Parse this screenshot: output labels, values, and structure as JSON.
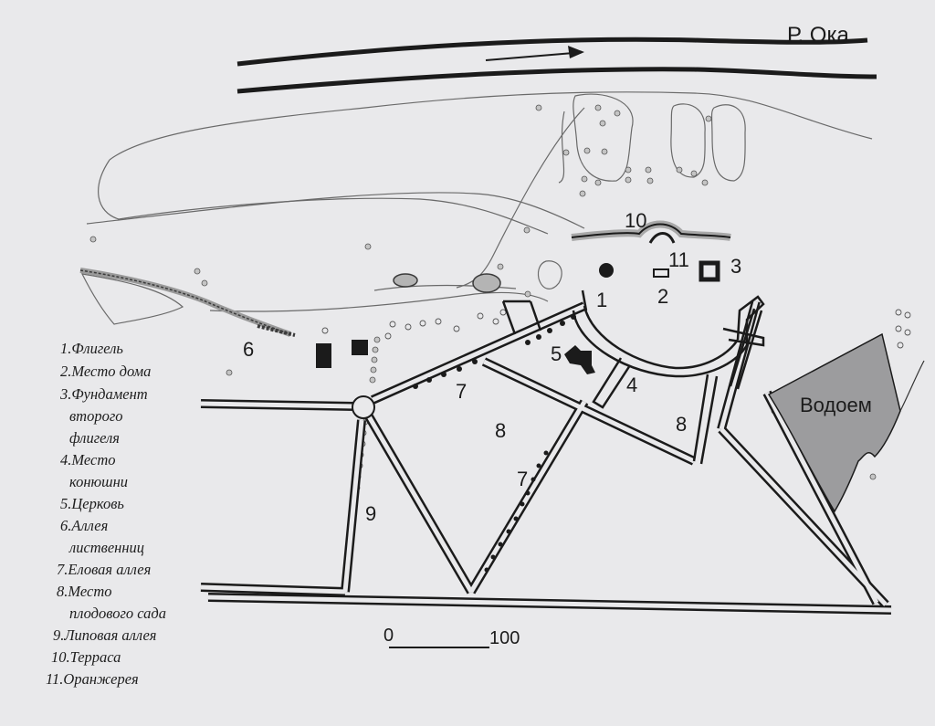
{
  "river": {
    "label": "Р. Ока"
  },
  "pond": {
    "label": "Водоем"
  },
  "scale": {
    "start": "0",
    "end": "100"
  },
  "map_numbers": {
    "n1": "1",
    "n2": "2",
    "n3": "3",
    "n4": "4",
    "n5": "5",
    "n6": "6",
    "n7a": "7",
    "n7b": "7",
    "n8a": "8",
    "n8b": "8",
    "n9": "9",
    "n10": "10",
    "n11": "11"
  },
  "legend": [
    [
      "1.Флигель"
    ],
    [
      "2.Место дома"
    ],
    [
      "3.Фундамент",
      "второго",
      "флигеля"
    ],
    [
      "4.Место",
      "конюшни"
    ],
    [
      "5.Церковь"
    ],
    [
      "6.Аллея",
      "лиственниц"
    ],
    [
      "7.Еловая аллея"
    ],
    [
      "8.Место",
      "плодового сада"
    ],
    [
      "9.Липовая аллея"
    ],
    [
      "10.Терраса"
    ],
    [
      "11.Оранжерея"
    ]
  ],
  "colors": {
    "paper": "#e9e9eb",
    "ink": "#1b1b1b",
    "pond_fill": "#9c9c9e",
    "tree_fill": "#c4c4c4",
    "terrace_gray": "#a8a8a8"
  }
}
